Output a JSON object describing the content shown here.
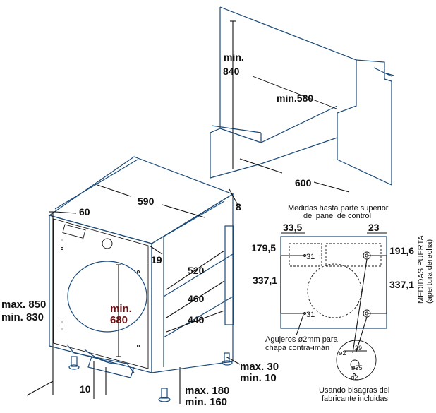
{
  "niche": {
    "height_label_1": "min.",
    "height_label_2": "840",
    "depth_label": "min.580",
    "width_label": "600"
  },
  "machine": {
    "width_label": "590",
    "top_offset": "8",
    "side_offset": "60",
    "door_offset": "19",
    "depth_520": "520",
    "depth_460": "460",
    "depth_440": "440",
    "height_max": "max. 850",
    "height_min": "min. 830",
    "inner_label_1": "min.",
    "inner_label_2": "680",
    "foot_10": "10",
    "foot_max_30": "max. 30",
    "foot_min_10": "min. 10",
    "plinth_max": "max. 180",
    "plinth_min": "min. 160"
  },
  "door": {
    "caption_1": "Medidas hasta parte superior",
    "caption_2": "del panel de control",
    "dim_335": "33,5",
    "dim_23": "23",
    "dim_1795": "179,5",
    "dim_1916": "191,6",
    "dim_3371_left": "337,1",
    "dim_3371_right": "337,1",
    "side_label_1": "MEDIDAS PUERTA",
    "side_label_2": "(apertura derecha)",
    "hole_label_1": "Agujeros ø2mm para",
    "hole_label_2": "chapa contra-imán",
    "hole_31_top": "31",
    "hole_31_bottom": "31",
    "hinge_29": "29",
    "hinge_o2_a": "ø2",
    "hinge_o35": "ø35",
    "hinge_o2_b": "ø2",
    "hinge_caption_1": "Usando bisagras del",
    "hinge_caption_2": "fabricante incluidas"
  }
}
